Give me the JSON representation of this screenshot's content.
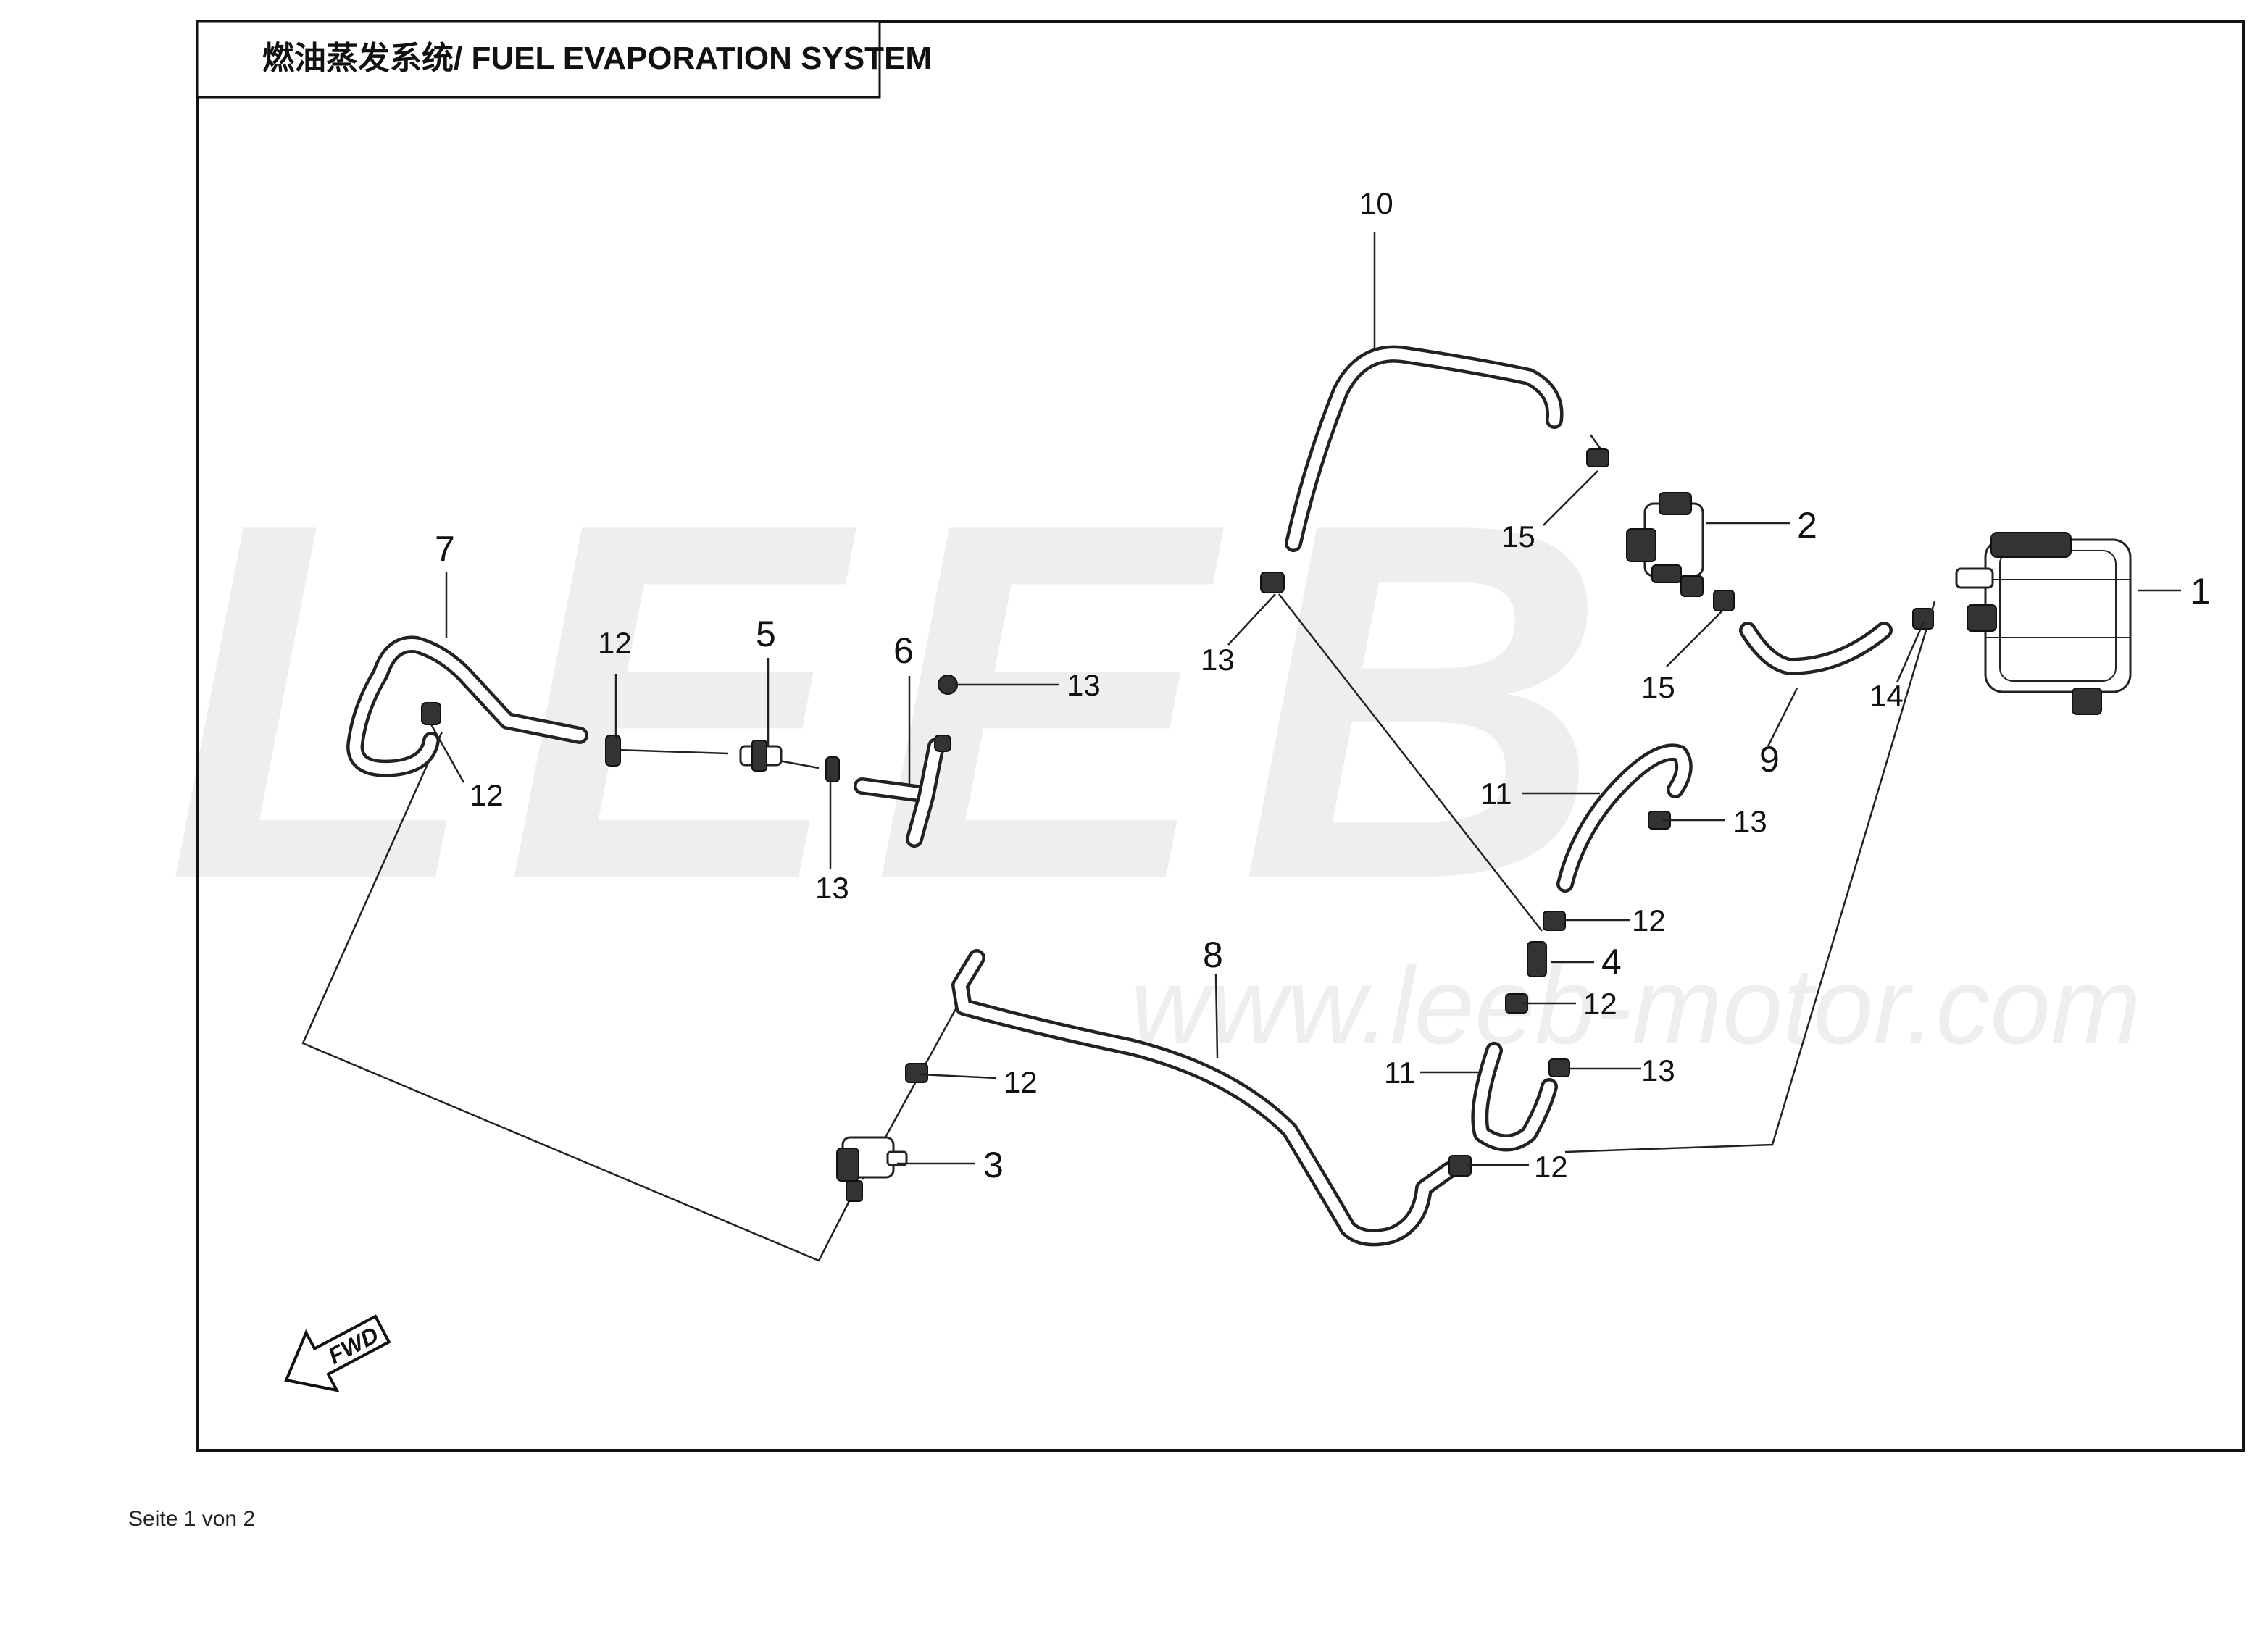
{
  "title": "燃油蒸发系统/ FUEL EVAPORATION SYSTEM",
  "watermark": {
    "logo": "LEEB",
    "url": "www.leeb-motor.com"
  },
  "fwd_label": "FWD",
  "callouts": {
    "c1": "1",
    "c2": "2",
    "c3": "3",
    "c4": "4",
    "c5": "5",
    "c6": "6",
    "c7": "7",
    "c8": "8",
    "c9": "9",
    "c10": "10",
    "c11": "11",
    "c12": "12",
    "c13": "13",
    "c14": "14",
    "c15": "15"
  },
  "footer": "Seite 1 von 2"
}
